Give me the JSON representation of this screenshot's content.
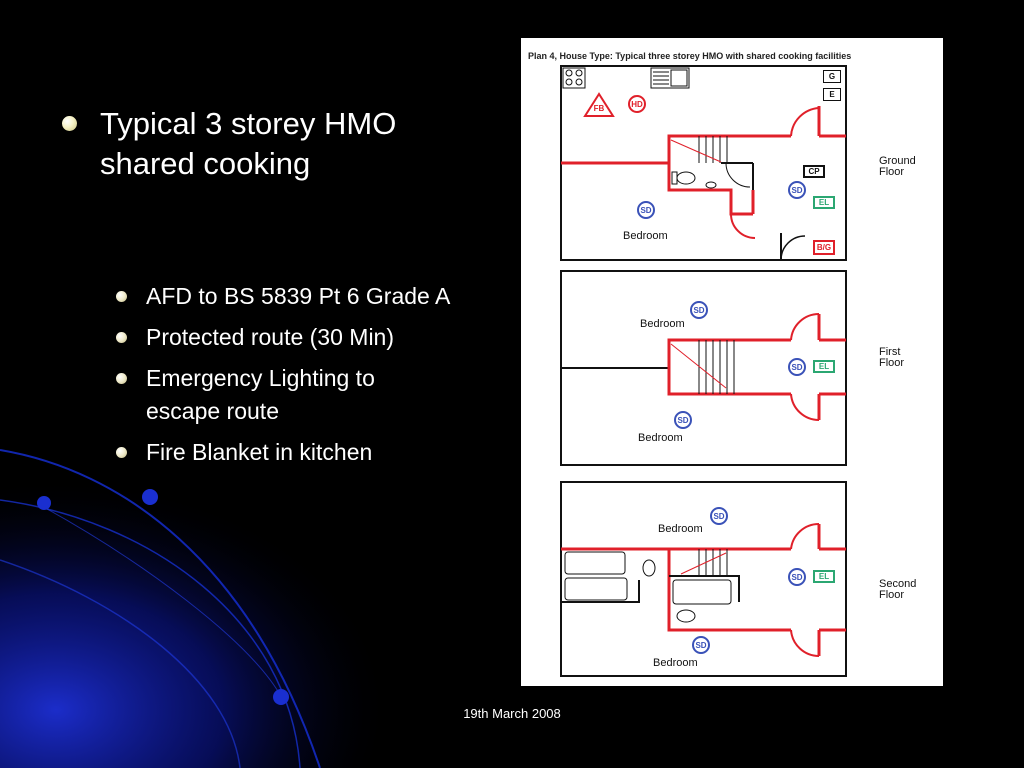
{
  "slide": {
    "main_bullet": "Typical 3 storey HMO shared cooking",
    "sub_bullets": [
      "AFD to BS 5839 Pt 6 Grade A",
      "Protected route (30 Min)",
      "Emergency Lighting to escape route",
      "Fire Blanket in kitchen"
    ],
    "footer_date": "19th March 2008"
  },
  "colors": {
    "background": "#000000",
    "accent_blue": "#1a2fd0",
    "protected_route_red": "#e0202a",
    "smoke_detector_blue": "#3a52b8",
    "emergency_light_green": "#2ba772"
  },
  "plan": {
    "title": "Plan 4, House Type: Typical three storey HMO with shared cooking facilities",
    "ground": {
      "floor_label_1": "Ground",
      "floor_label_2": "Floor",
      "room_label": "Bedroom",
      "symbols": {
        "g": "G",
        "e": "E",
        "fb": "FB",
        "hd": "HD",
        "cp": "CP",
        "sd": "SD",
        "el": "EL",
        "bg": "B/G"
      }
    },
    "first": {
      "floor_label_1": "First",
      "floor_label_2": "Floor",
      "room_label_top": "Bedroom",
      "room_label_bottom": "Bedroom",
      "sd": "SD",
      "el": "EL"
    },
    "second": {
      "floor_label_1": "Second",
      "floor_label_2": "Floor",
      "room_label_top": "Bedroom",
      "room_label_bottom": "Bedroom",
      "sd": "SD",
      "el": "EL"
    }
  }
}
